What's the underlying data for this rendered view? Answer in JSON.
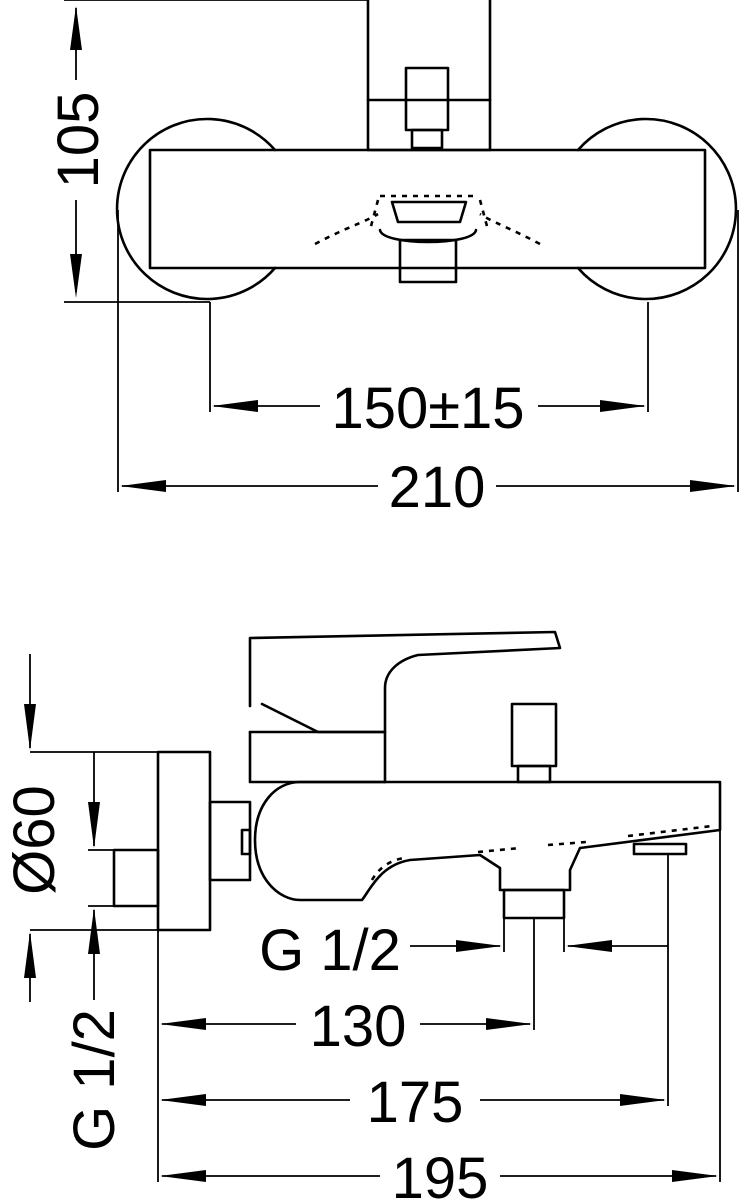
{
  "views": {
    "top": {
      "dim_height": "105",
      "dim_centers": "150±15",
      "dim_width": "210"
    },
    "side": {
      "dim_diameter": "Ø60",
      "dim_thread_left": "G 1/2",
      "dim_thread_outlet": "G 1/2",
      "dim_outlet": "130",
      "dim_spout": "175",
      "dim_total": "195"
    }
  }
}
